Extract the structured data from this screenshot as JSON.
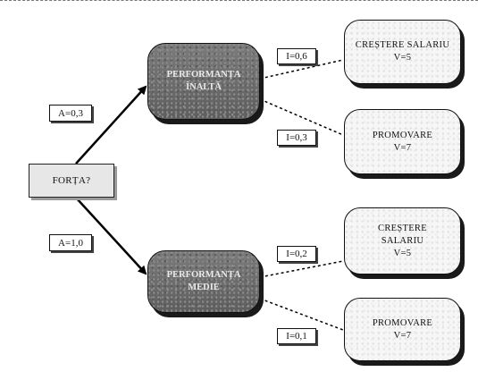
{
  "root": {
    "label": "FORȚA?"
  },
  "branches": [
    {
      "attractiveness_label": "A=0,3",
      "node_lines": [
        "PERFORMANȚA",
        "ÎNALTĂ"
      ],
      "outcomes": [
        {
          "instrumentality_label": "I=0,6",
          "lines": [
            "CREȘTERE SALARIU",
            "V=5"
          ]
        },
        {
          "instrumentality_label": "I=0,3",
          "lines": [
            "PROMOVARE",
            "V=7"
          ]
        }
      ]
    },
    {
      "attractiveness_label": "A=1,0",
      "node_lines": [
        "PERFORMANȚA",
        "MEDIE"
      ],
      "outcomes": [
        {
          "instrumentality_label": "I=0,2",
          "lines": [
            "CREȘTERE",
            "SALARIU",
            "V=5"
          ]
        },
        {
          "instrumentality_label": "I=0,1",
          "lines": [
            "PROMOVARE",
            "V=7"
          ]
        }
      ]
    }
  ],
  "colors": {
    "edge": "#000000",
    "performance_fill": "#6e6e6e",
    "outcome_fill": "#f6f6f6",
    "root_fill": "#e7e7e7"
  }
}
